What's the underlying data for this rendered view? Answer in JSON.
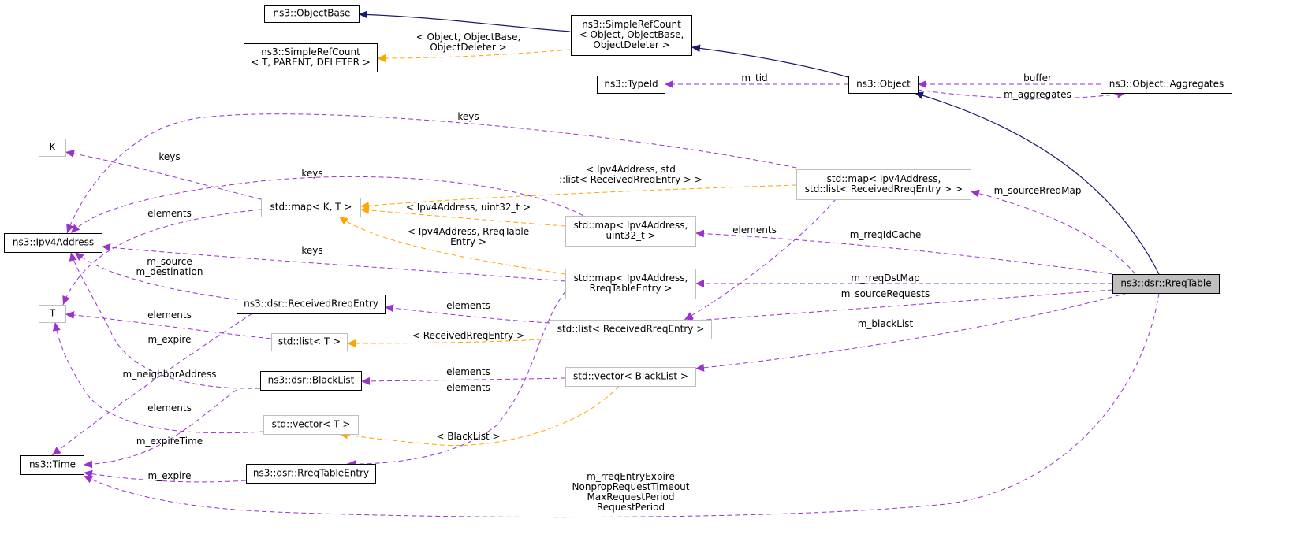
{
  "colors": {
    "inheritance": "#191970",
    "usage": "#9a32cd",
    "template": "#ffa500",
    "focus_fill": "#bfbfbf",
    "weak_border": "#bfbfbf"
  },
  "nodes": {
    "objectbase": [
      "ns3::ObjectBase"
    ],
    "simplerefcount_tpl": [
      "ns3::SimpleRefCount",
      "< T, PARENT, DELETER >"
    ],
    "simplerefcount": [
      "ns3::SimpleRefCount",
      "< Object, ObjectBase,",
      "ObjectDeleter >"
    ],
    "typeid": [
      "ns3::TypeId"
    ],
    "object": [
      "ns3::Object"
    ],
    "aggregates": [
      "ns3::Object::Aggregates"
    ],
    "k": [
      "K"
    ],
    "ipv4address": [
      "ns3::Ipv4Address"
    ],
    "map_kt": [
      "std::map< K, T >"
    ],
    "map_srcreq": [
      "std::map< Ipv4Address,",
      "std::list< ReceivedRreqEntry > >"
    ],
    "map_uint32": [
      "std::map< Ipv4Address,",
      "uint32_t >"
    ],
    "map_rreqentry": [
      "std::map< Ipv4Address,",
      "RreqTableEntry >"
    ],
    "t": [
      "T"
    ],
    "receivedrreqentry": [
      "ns3::dsr::ReceivedRreqEntry"
    ],
    "list_t": [
      "std::list< T >"
    ],
    "list_received": [
      "std::list< ReceivedRreqEntry >"
    ],
    "blacklist": [
      "ns3::dsr::BlackList"
    ],
    "vector_blacklist": [
      "std::vector< BlackList >"
    ],
    "vector_t": [
      "std::vector< T >"
    ],
    "time": [
      "ns3::Time"
    ],
    "rreqtableentry": [
      "ns3::dsr::RreqTableEntry"
    ],
    "rreqtable": [
      "ns3::dsr::RreqTable"
    ]
  },
  "edge_labels": {
    "srcref_tpl": [
      "< Object, ObjectBase,",
      "ObjectDeleter >"
    ],
    "m_tid": [
      "m_tid"
    ],
    "buffer": [
      "buffer"
    ],
    "m_aggregates": [
      "m_aggregates"
    ],
    "keys_top": [
      "keys"
    ],
    "keys_k": [
      "keys"
    ],
    "keys_uint32": [
      "keys"
    ],
    "tpl_srcreq": [
      "< Ipv4Address, std",
      "::list< ReceivedRreqEntry > >"
    ],
    "m_sourceRreqMap": [
      "m_sourceRreqMap"
    ],
    "elements_mapkt": [
      "elements"
    ],
    "tpl_uint32": [
      "< Ipv4Address, uint32_t >"
    ],
    "elements_srcreq": [
      "elements"
    ],
    "m_rreqIdCache": [
      "m_rreqIdCache"
    ],
    "tpl_rreqentry": [
      "< Ipv4Address, RreqTable",
      "Entry >"
    ],
    "m_source_dest": [
      "m_source",
      "m_destination"
    ],
    "keys_rreqentry": [
      "keys"
    ],
    "m_rreqDstMap": [
      "m_rreqDstMap"
    ],
    "m_sourceRequests": [
      "m_sourceRequests"
    ],
    "elements_received": [
      "elements"
    ],
    "elements_listt": [
      "elements"
    ],
    "m_expire_received": [
      "m_expire"
    ],
    "tpl_received": [
      "< ReceivedRreqEntry >"
    ],
    "m_blackList": [
      "m_blackList"
    ],
    "m_neighborAddress": [
      "m_neighborAddress"
    ],
    "elements_blacklist": [
      "elements"
    ],
    "elements_rreqentry": [
      "elements"
    ],
    "elements_vectort": [
      "elements"
    ],
    "tpl_blacklist": [
      "< BlackList >"
    ],
    "m_expireTime": [
      "m_expireTime"
    ],
    "m_expire_rreqentry": [
      "m_expire"
    ],
    "rreqtable_time": [
      "m_rreqEntryExpire",
      "NonpropRequestTimeout",
      "MaxRequestPeriod",
      "RequestPeriod"
    ]
  }
}
